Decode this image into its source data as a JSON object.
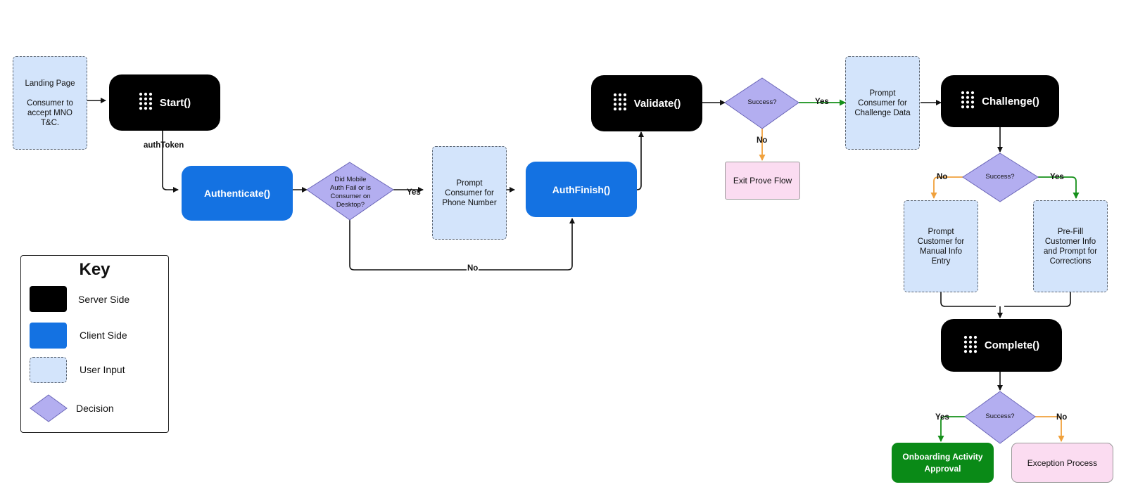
{
  "colors": {
    "server": "#000000",
    "client": "#1472e2",
    "user_input": "#d3e4fb",
    "decision": "#b3aef0",
    "approval": "#0a8a17",
    "exit": "#fbdcf1",
    "yes_arrow": "#15901a",
    "no_arrow": "#f0a13c"
  },
  "icons": {
    "server_node": "keypad-dots-icon"
  },
  "nodes": {
    "landing": {
      "title": "Landing Page",
      "text": "Consumer to accept MNO T&C."
    },
    "start": "Start()",
    "authenticate": "Authenticate()",
    "mobile_auth_decision": "Did Mobile Auth Fail or is Consumer on Desktop?",
    "prompt_phone": "Prompt Consumer for Phone Number",
    "authfinish": "AuthFinish()",
    "validate": "Validate()",
    "validate_decision": "Success?",
    "exit_prove": "Exit Prove Flow",
    "prompt_challenge": "Prompt Consumer for Challenge Data",
    "challenge": "Challenge()",
    "challenge_decision": "Success?",
    "manual_entry": "Prompt Customer for Manual Info Entry",
    "prefill": "Pre-Fill Customer Info and Prompt for Corrections",
    "complete": "Complete()",
    "complete_decision": "Success?",
    "onboarding": "Onboarding Activity Approval",
    "exception": "Exception Process"
  },
  "edge_labels": {
    "auth_token": "authToken",
    "mobile_yes": "Yes",
    "mobile_no": "No",
    "validate_yes": "Yes",
    "validate_no": "No",
    "challenge_no": "No",
    "challenge_yes": "Yes",
    "complete_yes": "Yes",
    "complete_no": "No"
  },
  "key": {
    "title": "Key",
    "items": [
      {
        "label": "Server Side"
      },
      {
        "label": "Client Side"
      },
      {
        "label": "User Input"
      },
      {
        "label": "Decision"
      }
    ]
  }
}
